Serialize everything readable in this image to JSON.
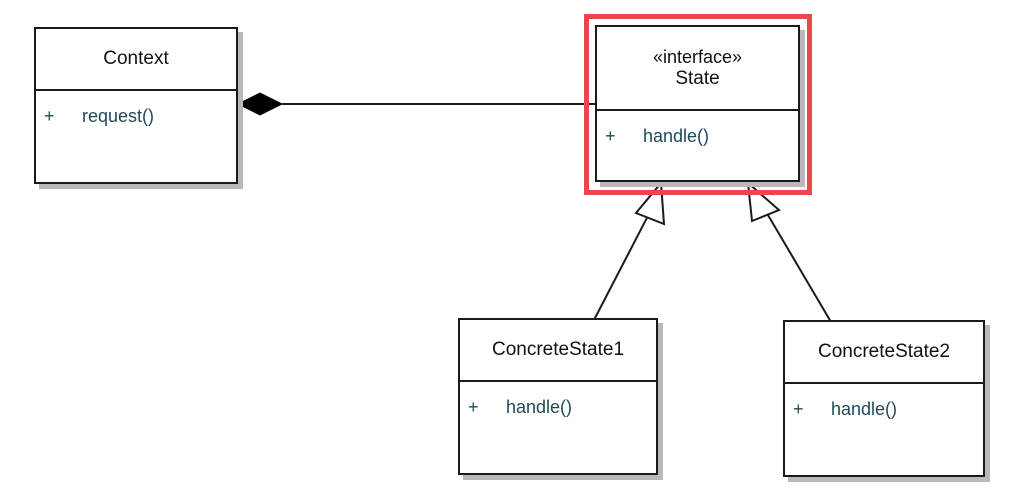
{
  "diagram": {
    "classes": {
      "context": {
        "name": "Context",
        "operations": [
          {
            "visibility": "+",
            "name": "request()"
          }
        ]
      },
      "state": {
        "stereotype": "«interface»",
        "name": "State",
        "operations": [
          {
            "visibility": "+",
            "name": "handle()"
          }
        ]
      },
      "concrete_state_1": {
        "name": "ConcreteState1",
        "operations": [
          {
            "visibility": "+",
            "name": "handle()"
          }
        ]
      },
      "concrete_state_2": {
        "name": "ConcreteState2",
        "operations": [
          {
            "visibility": "+",
            "name": "handle()"
          }
        ]
      }
    },
    "relationships": [
      {
        "type": "composition",
        "from": "Context",
        "to": "State"
      },
      {
        "type": "realization",
        "from": "ConcreteState1",
        "to": "State"
      },
      {
        "type": "realization",
        "from": "ConcreteState2",
        "to": "State"
      }
    ],
    "highlighted_element": "State",
    "colors": {
      "highlight": "#e8474b",
      "border": "#1a1a1a",
      "shadow": "#b9b9b9",
      "operation_text": "#1f4a56"
    }
  }
}
